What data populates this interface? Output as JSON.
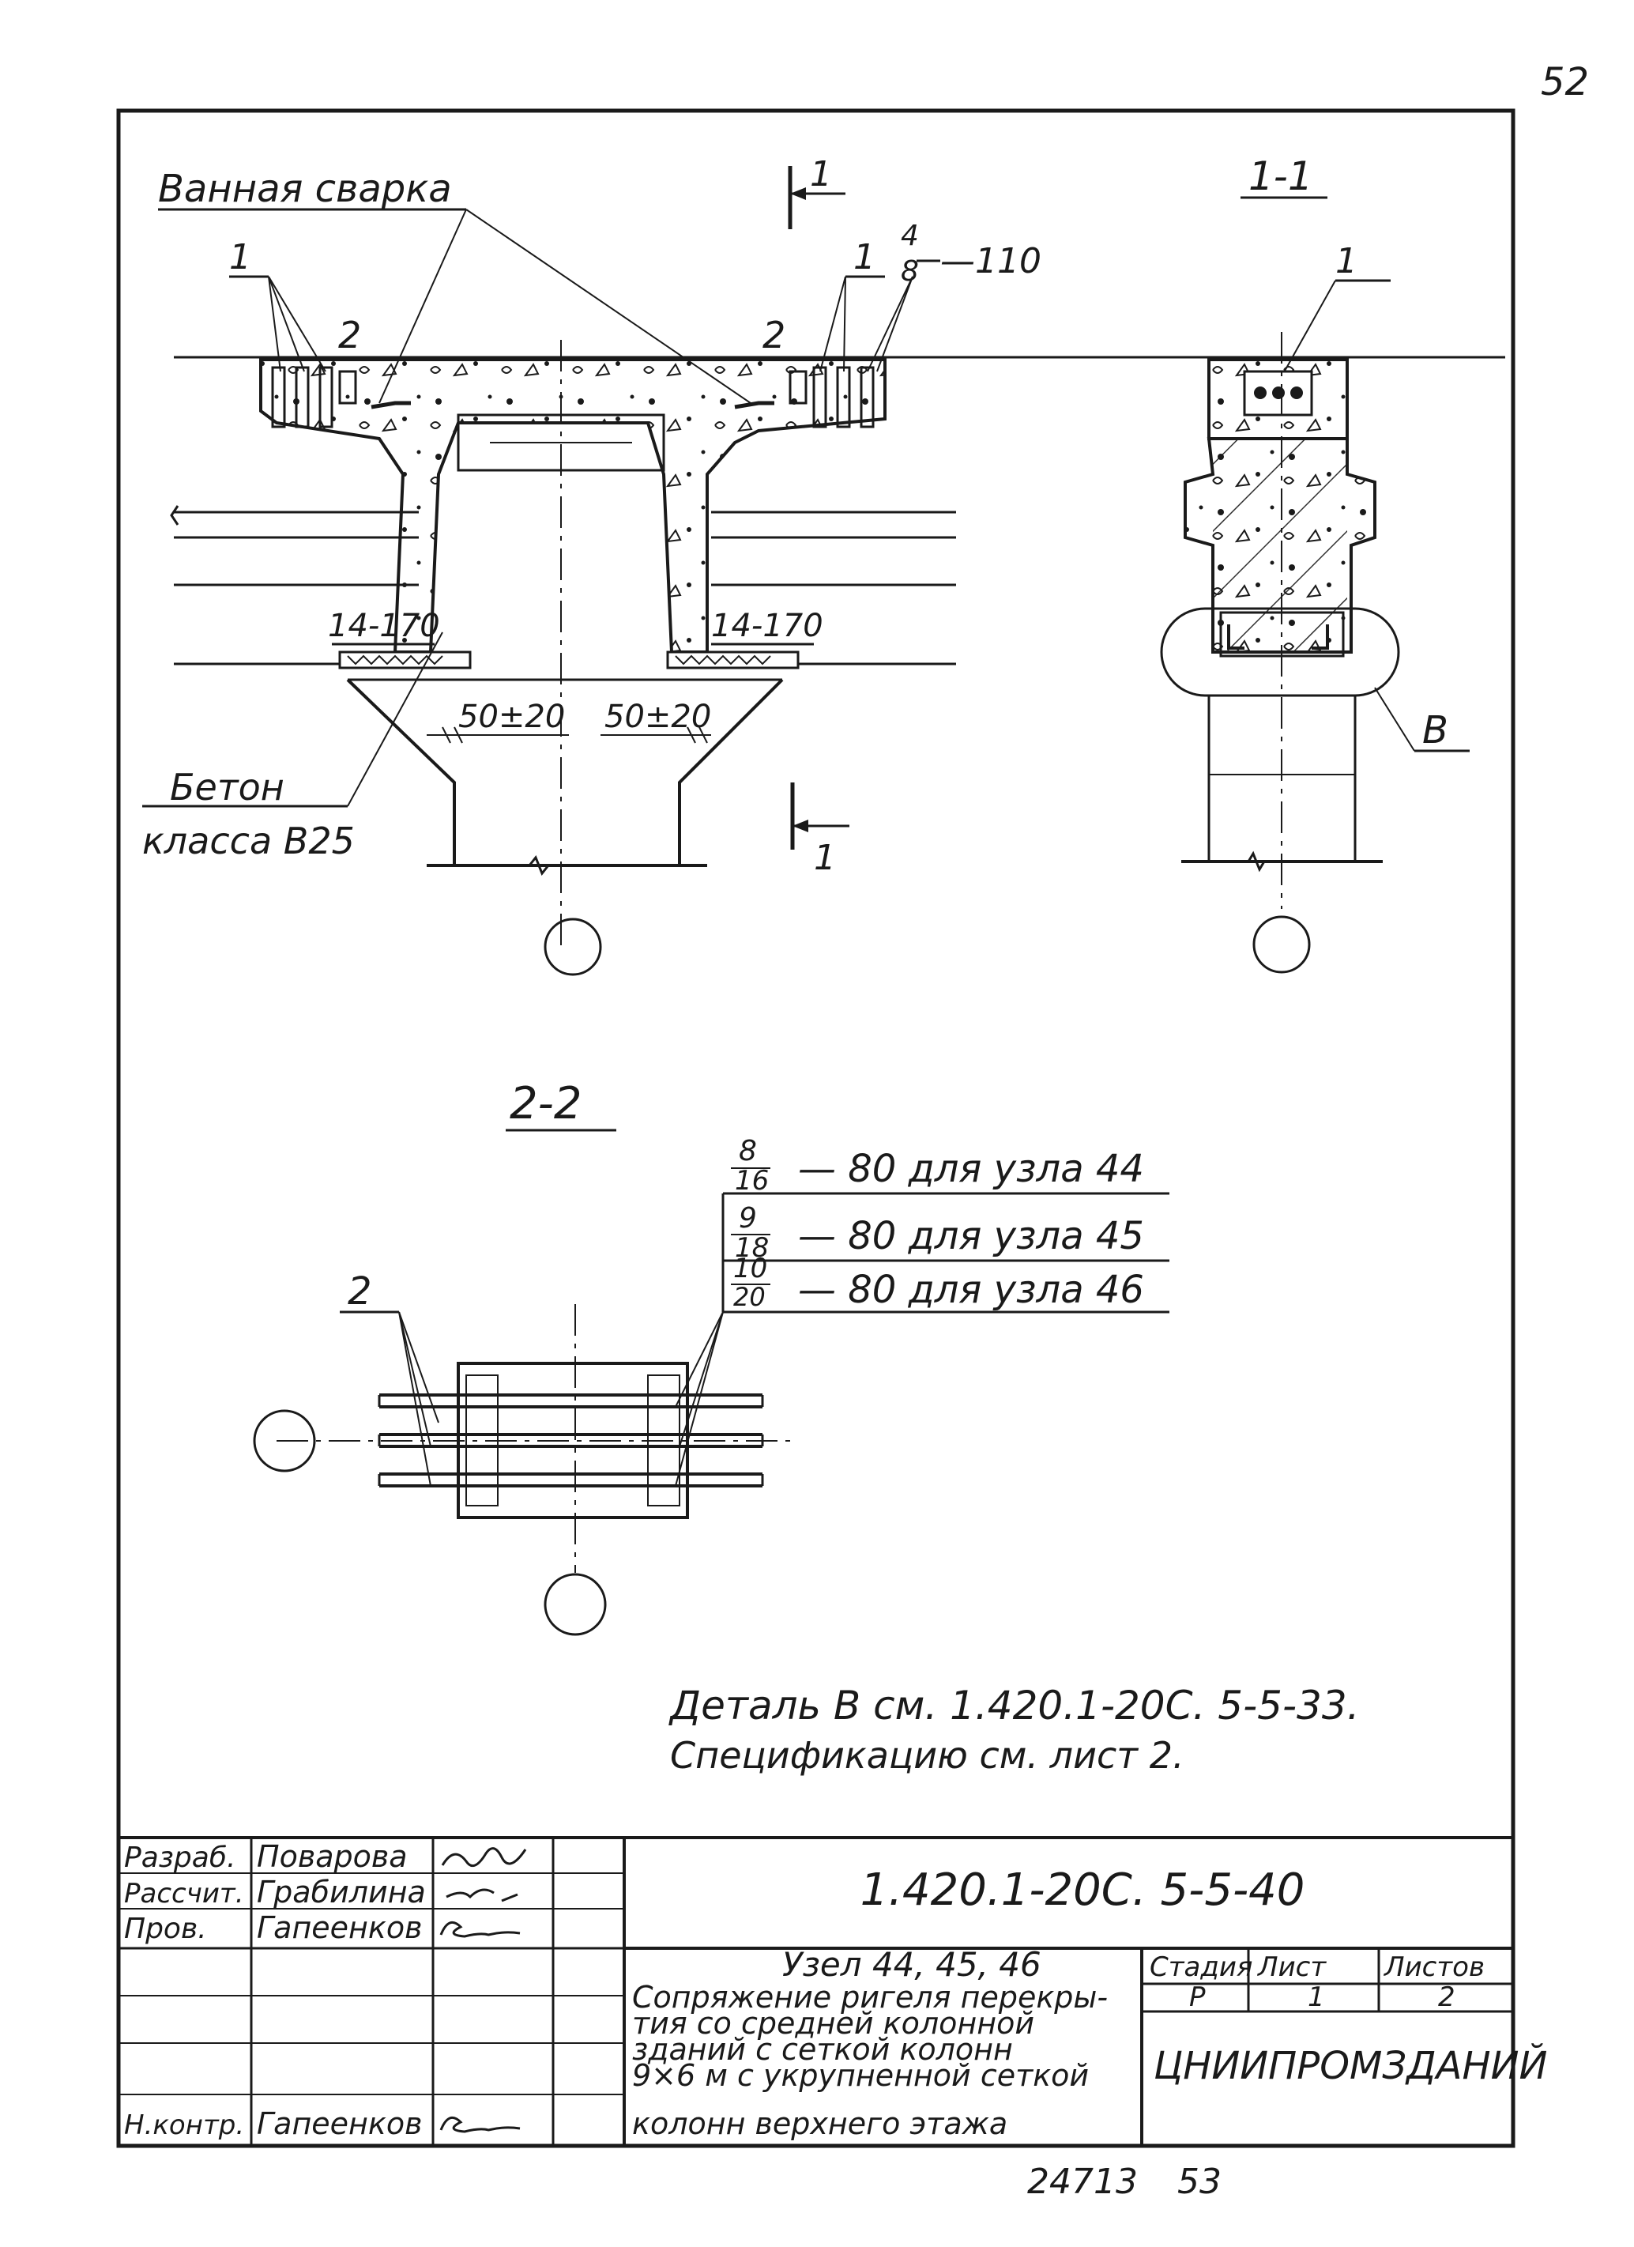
{
  "sheet": {
    "corner_number": "52",
    "bottom_numbers": {
      "inventory": "24713",
      "page": "53"
    }
  },
  "main_view": {
    "label_weld": "Ванная сварка",
    "label_concrete_line1": "Бетон",
    "label_concrete_line2": "класса В25",
    "mark_1_left": "1",
    "mark_1_right": "1",
    "mark_2_left": "2",
    "mark_2_right": "2",
    "mark_fraction_num": "4",
    "mark_fraction_den": "8",
    "mark_fraction_suffix": "—110",
    "pad_left": "14-170",
    "pad_right": "14-170",
    "dim_left": "50±20",
    "dim_right": "50±20",
    "cut_mark_top": "1",
    "cut_mark_bottom": "1"
  },
  "section_1_1": {
    "title": "1-1",
    "mark_1": "1",
    "detail_mark": "В"
  },
  "section_2_2": {
    "title": "2-2",
    "mark_2": "2",
    "callouts": [
      {
        "num": "8",
        "den": "16",
        "text": "— 80 для узла 44"
      },
      {
        "num": "9",
        "den": "18",
        "text": "— 80 для узла 45"
      },
      {
        "num": "10",
        "den": "20",
        "text": "— 80 для узла 46"
      }
    ]
  },
  "notes": [
    "Деталь В см. 1.420.1-20С. 5-5-33.",
    "Спецификацию см. лист 2."
  ],
  "title_block": {
    "rows": [
      {
        "role": "Разраб.",
        "name": "Поварова"
      },
      {
        "role": "Рассчит.",
        "name": "Грабилина"
      },
      {
        "role": "Пров.",
        "name": "Гапеенков"
      },
      {
        "role": "",
        "name": ""
      },
      {
        "role": "",
        "name": ""
      },
      {
        "role": "",
        "name": ""
      },
      {
        "role": "Н.контр.",
        "name": "Гапеенков"
      }
    ],
    "doc_code": "1.420.1-20С. 5-5-40",
    "title_lines": [
      "Узел 44, 45, 46",
      "Сопряжение ригеля перекры-",
      "тия со средней колонной",
      "зданий с сеткой колонн",
      "9×6 м с укрупненной сеткой",
      "колонн верхнего этажа"
    ],
    "headers": {
      "stage": "Стадия",
      "sheet": "Лист",
      "sheets": "Листов"
    },
    "values": {
      "stage": "Р",
      "sheet": "1",
      "sheets": "2"
    },
    "org": "ЦНИИПРОМЗДАНИЙ"
  }
}
